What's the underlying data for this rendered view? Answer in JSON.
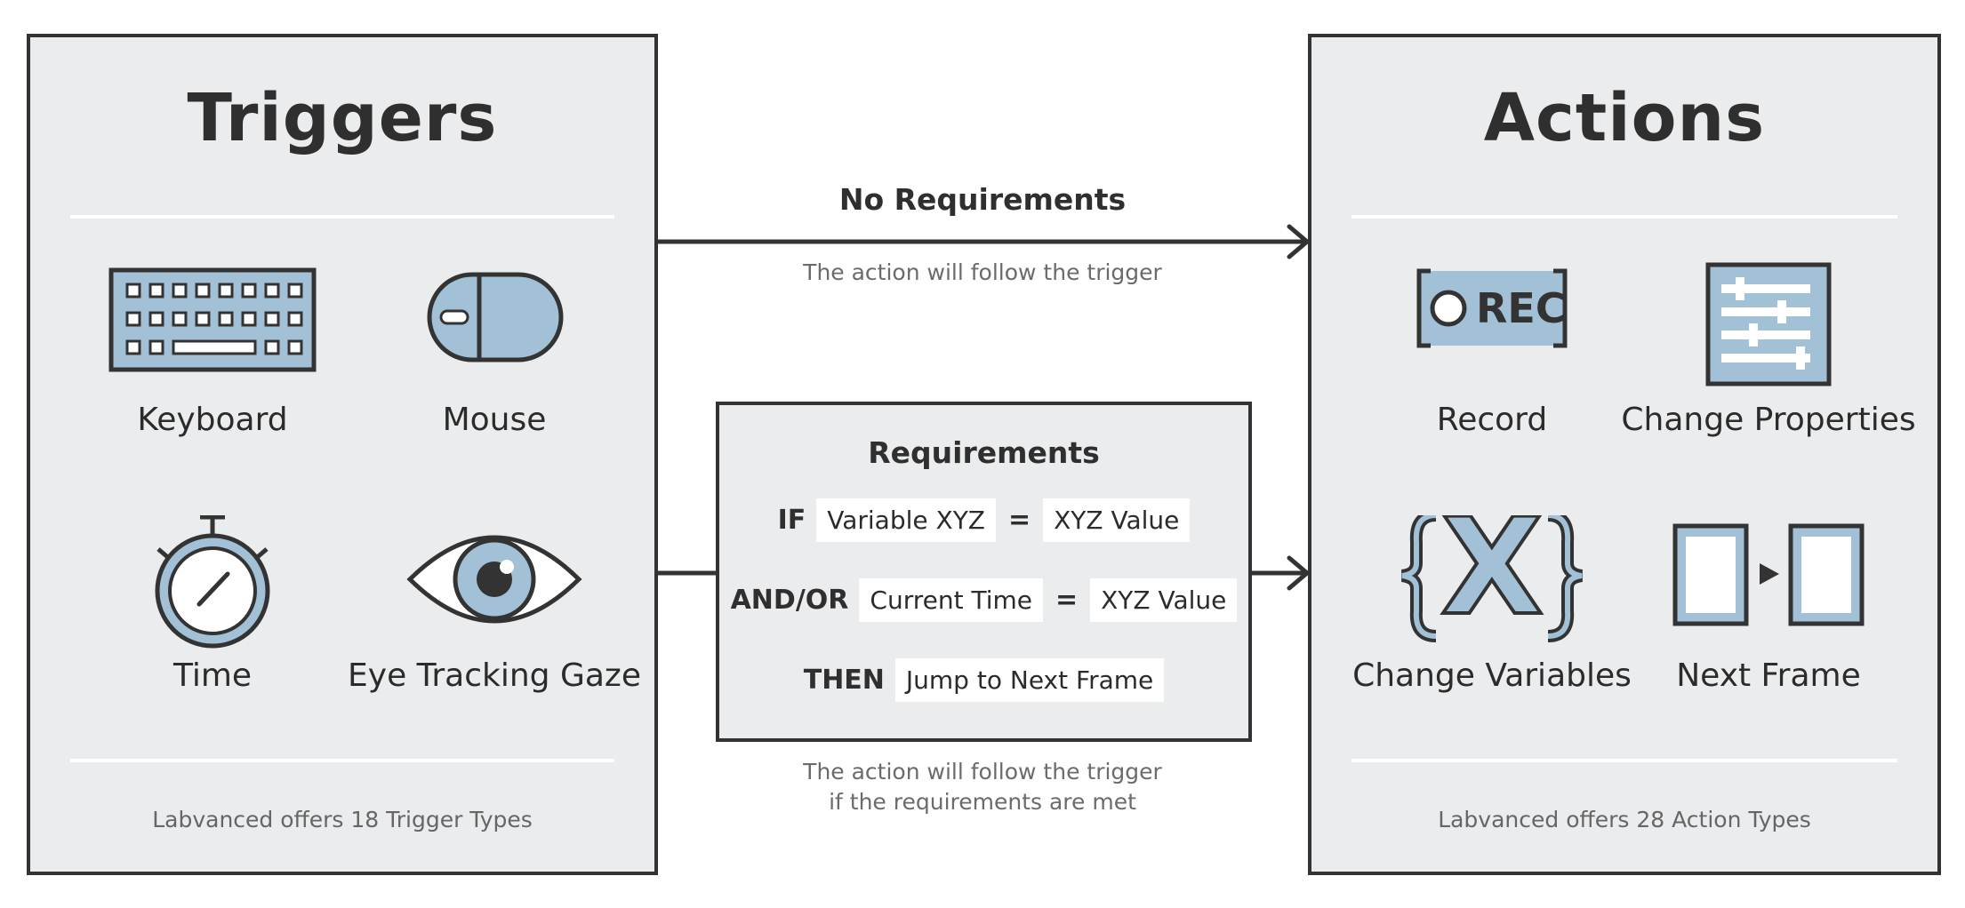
{
  "triggers": {
    "title": "Triggers",
    "items": [
      {
        "label": "Keyboard",
        "icon": "keyboard-icon"
      },
      {
        "label": "Mouse",
        "icon": "mouse-icon"
      },
      {
        "label": "Time",
        "icon": "stopwatch-icon"
      },
      {
        "label": "Eye Tracking Gaze",
        "icon": "eye-icon"
      }
    ],
    "footer": "Labvanced offers 18 Trigger Types"
  },
  "actions": {
    "title": "Actions",
    "items": [
      {
        "label": "Record",
        "icon": "record-icon"
      },
      {
        "label": "Change Properties",
        "icon": "sliders-icon"
      },
      {
        "label": "Change Variables",
        "icon": "variable-braces-icon"
      },
      {
        "label": "Next Frame",
        "icon": "next-frame-icon"
      }
    ],
    "footer": "Labvanced offers 28 Action Types"
  },
  "no_requirements": {
    "title": "No Requirements",
    "description": "The action will follow the trigger"
  },
  "requirements": {
    "title": "Requirements",
    "rows": [
      {
        "keyword": "IF",
        "left": "Variable XYZ",
        "op": "=",
        "right": "XYZ Value"
      },
      {
        "keyword": "AND/OR",
        "left": "Current Time",
        "op": "=",
        "right": "XYZ Value"
      },
      {
        "keyword": "THEN",
        "left": "Jump to Next Frame"
      }
    ],
    "description_line1": "The action will follow the trigger",
    "description_line2": "if the requirements are met"
  },
  "record_icon_text": "REC",
  "variable_icon_text": "X",
  "colors": {
    "panel_bg": "#ebecee",
    "border": "#333333",
    "icon_fill": "#a3c1d6",
    "divider": "#ffffff",
    "muted_text": "#6b6b6b"
  }
}
